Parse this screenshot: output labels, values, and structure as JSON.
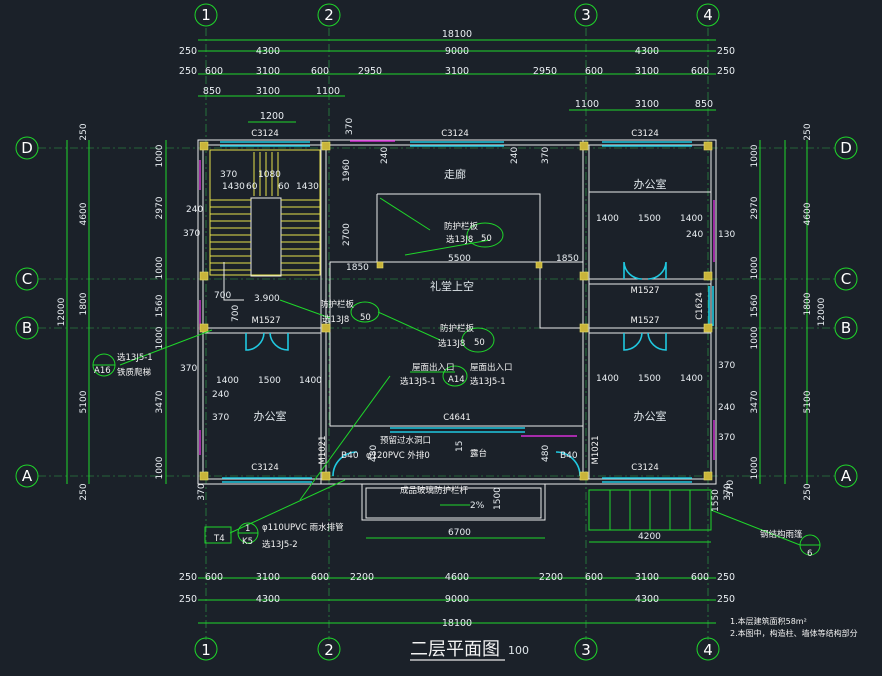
{
  "drawing": {
    "title": "二层平面图",
    "scale": "100",
    "grid_axes_x": [
      "1",
      "2",
      "3",
      "4"
    ],
    "grid_axes_y": [
      "D",
      "C",
      "B",
      "A"
    ],
    "dims_top": {
      "overall": "18100",
      "row1": [
        "250",
        "4300",
        "9000",
        "4300",
        "250"
      ],
      "row2": [
        "250",
        "600",
        "3100",
        "600",
        "2950",
        "3100",
        "2950",
        "600",
        "3100",
        "600",
        "250"
      ],
      "row3": [
        "850",
        "3100",
        "1100"
      ],
      "row4": [
        "1100",
        "3100",
        "850"
      ],
      "stair": "1200"
    },
    "dims_bottom": {
      "overall": "18100",
      "row1": [
        "250",
        "600",
        "3100",
        "600",
        "2200",
        "4600",
        "2200",
        "600",
        "3100",
        "600",
        "250"
      ],
      "row2": [
        "250",
        "4300",
        "9000",
        "4300",
        "250"
      ]
    },
    "dims_left": {
      "overall": "12000",
      "row1": [
        "250",
        "4600",
        "1800",
        "5100",
        "250"
      ],
      "row2": [
        "1000",
        "2970",
        "1000",
        "1560",
        "1000",
        "3470",
        "1000",
        "370"
      ]
    },
    "dims_right": {
      "overall": "12000",
      "row1": [
        "250",
        "4600",
        "1800",
        "5100",
        "250"
      ],
      "row2": [
        "1000",
        "2970",
        "1000",
        "1560",
        "1000",
        "3470",
        "1000",
        "370"
      ]
    },
    "rooms": {
      "corridor": "走廊",
      "office_ne": "办公室",
      "hall_void": "礼堂上空",
      "office_sw": "办公室",
      "office_se": "办公室"
    },
    "windows": {
      "c3124_nw": "C3124",
      "c3124_n": "C3124",
      "c3124_ne": "C3124",
      "c3124_sw": "C3124",
      "c3124_se": "C3124",
      "c4641": "C4641",
      "c1624": "C1624"
    },
    "doors": {
      "m1527_w": "M1527",
      "m1527_e1": "M1527",
      "m1527_e2": "M1527",
      "m1021_l": "M1021",
      "m1021_r": "M1021"
    },
    "inner_dims": {
      "d370a": "370",
      "d1430a": "1430",
      "d60a": "60",
      "d1080": "1080",
      "d60b": "60",
      "d1430b": "1430",
      "d240a": "240",
      "d370b": "370",
      "d240b": "240",
      "d240c": "240",
      "d370c": "370",
      "d1960": "1960",
      "d2700": "2700",
      "d1850a": "1850",
      "d5500": "5500",
      "d1850b": "1850",
      "d700a": "700",
      "d700b": "700",
      "elev": "3.900",
      "ne1400a": "1400",
      "ne1500": "1500",
      "ne1400b": "1400",
      "ne240": "240",
      "ne130": "130",
      "sw1400a": "1400",
      "sw1500": "1500",
      "sw1400b": "1400",
      "sw370a": "370",
      "sw240": "240",
      "sw370b": "370",
      "se1400a": "1400",
      "se1500": "1500",
      "se1400b": "1400",
      "se370a": "370",
      "se240": "240",
      "se370b": "370",
      "b480a": "480",
      "b480b": "480",
      "b640a": "B40",
      "b640b": "B40",
      "d6700": "6700",
      "d4200": "4200",
      "d1500": "1500",
      "d1550": "1550",
      "d370s": "370",
      "d370w": "370",
      "slope": "2%",
      "d15": "15"
    },
    "annotations": {
      "rail1_title": "防护栏板",
      "rail1_ref": "选13J8",
      "rail1_no": "50",
      "rail2_title": "防护栏板",
      "rail2_ref": "选13J8",
      "rail2_no": "50",
      "rail3_title": "防护栏板",
      "rail3_ref": "选13J8",
      "rail3_no": "50",
      "roof1_title": "屋面出入口",
      "roof1_ref": "选13J5-1",
      "roof1_no": "A14",
      "roof2_title": "屋面出入口",
      "roof2_ref": "选13J5-1",
      "ladder_ref": "选13J5-1",
      "ladder_title": "铁质爬梯",
      "ladder_no": "A16",
      "overflow": "预留过水洞口",
      "drain": "φ120PVC  外排0",
      "terrace": "露台",
      "edge_rail": "成品玻璃防护栏杆",
      "pipe_text": "φ110UPVC  雨水排管",
      "pipe_ref": "选13J5-2",
      "pipe_t": "T4",
      "pipe_n": "1",
      "pipe_k": "K5",
      "steel_title": "钢结构雨篷",
      "steel_no": "6"
    },
    "notes": [
      "1.本层建筑面积58m²",
      "2.本图中，构造柱、墙体等结构部分"
    ]
  }
}
